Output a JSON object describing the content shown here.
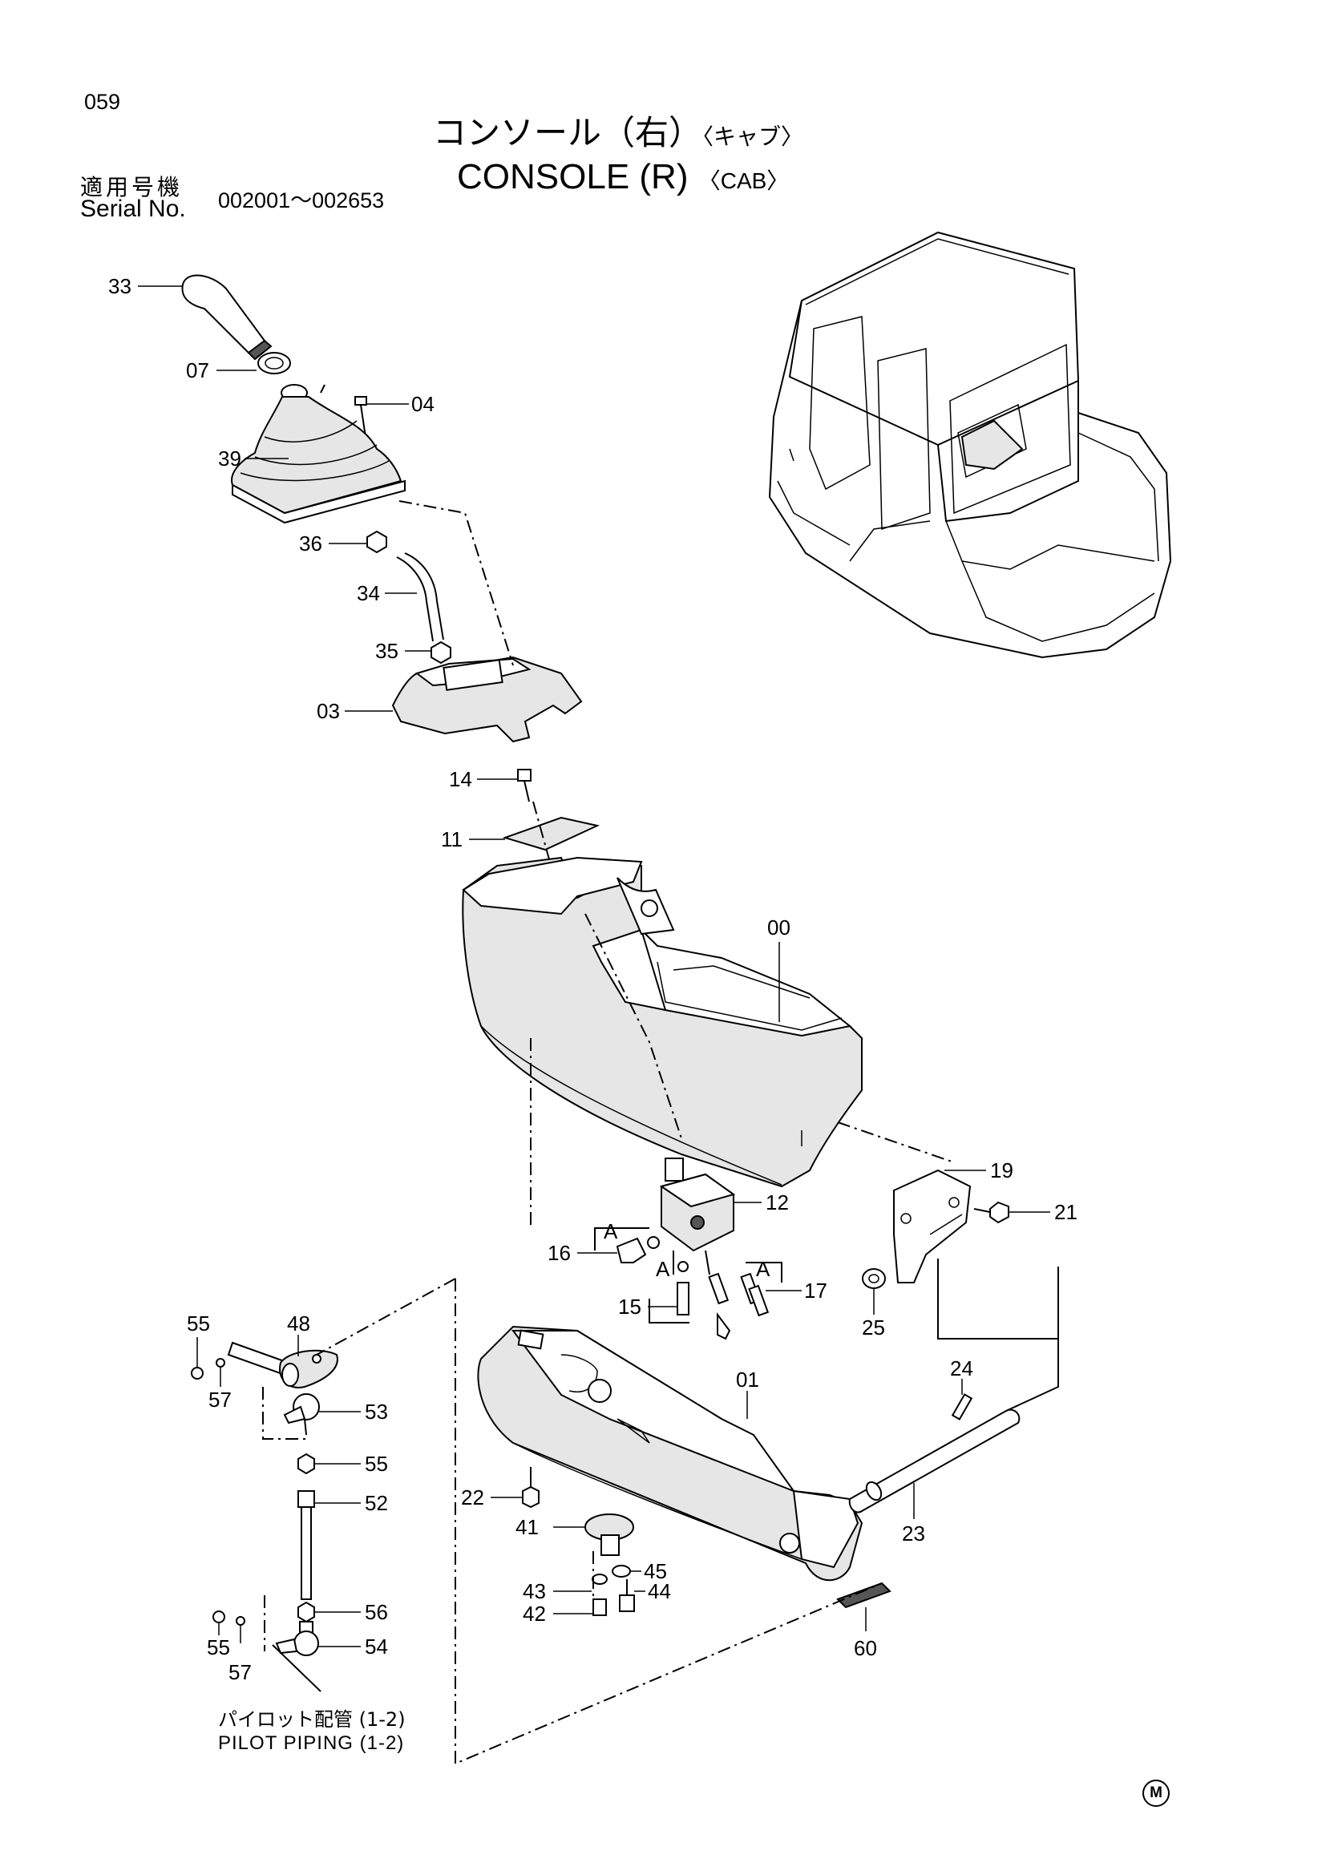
{
  "page_number": "059",
  "title_jp": "コンソール（右）",
  "title_jp_sub": "〈キャブ〉",
  "title_en": "CONSOLE (R)",
  "title_en_sub": "〈CAB〉",
  "serial_label_jp": "適用号機",
  "serial_label_en": "Serial No.",
  "serial_range": "002001～002653",
  "pilot_piping_jp": "パイロット配管 (1-2)",
  "pilot_piping_en": "PILOT PIPING (1-2)",
  "mark": "M",
  "callouts": {
    "c33": "33",
    "c07": "07",
    "c04": "04",
    "c39": "39",
    "c36": "36",
    "c34": "34",
    "c35": "35",
    "c03": "03",
    "c14": "14",
    "c11": "11",
    "c00": "00",
    "c19": "19",
    "c12": "12",
    "c21": "21",
    "c16": "16",
    "c17": "17",
    "c15": "15",
    "cA1": "A",
    "cA2": "A",
    "cA3": "A",
    "c25": "25",
    "c55a": "55",
    "c48": "48",
    "c57a": "57",
    "c53": "53",
    "c55b": "55",
    "c52": "52",
    "c56": "56",
    "c55c": "55",
    "c54": "54",
    "c57b": "57",
    "c24": "24",
    "c01": "01",
    "c22": "22",
    "c41": "41",
    "c23": "23",
    "c45": "45",
    "c43": "43",
    "c44": "44",
    "c42": "42",
    "c60": "60"
  }
}
